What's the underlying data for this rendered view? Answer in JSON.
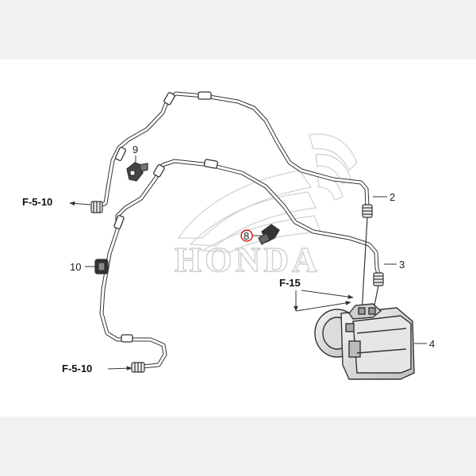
{
  "watermark": {
    "text": "HONDA"
  },
  "callouts": [
    {
      "id": "2",
      "label": "2"
    },
    {
      "id": "3",
      "label": "3"
    },
    {
      "id": "4",
      "label": "4"
    },
    {
      "id": "8",
      "label": "8",
      "highlighted": true
    },
    {
      "id": "9",
      "label": "9"
    },
    {
      "id": "10",
      "label": "10"
    }
  ],
  "references": {
    "top_left": "F-5-10",
    "bottom_left": "F-5-10",
    "center": "F-15"
  },
  "colors": {
    "line": "#333333",
    "highlight_ring": "#cc0000",
    "watermark": "#cfcfcf",
    "background": "#ffffff",
    "frame": "#f2f2f2"
  }
}
